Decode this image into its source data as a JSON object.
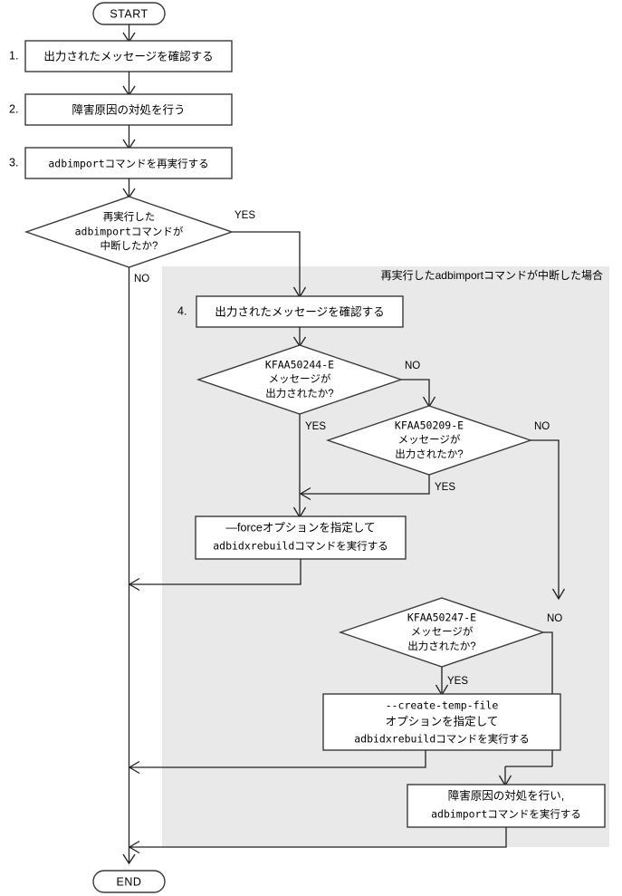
{
  "diagram": {
    "title_text": "",
    "type": "flowchart",
    "colors": {
      "background": "#ffffff",
      "group_fill": "#e9e9e9",
      "node_stroke": "#3a3a3a",
      "line": "#202020",
      "text": "#000000"
    }
  },
  "terminators": {
    "start": "START",
    "end": "END"
  },
  "group": {
    "label": "再実行したadbimportコマンドが中断した場合"
  },
  "steps": {
    "n1": "1.",
    "n2": "2.",
    "n3": "3.",
    "n4": "4."
  },
  "process_boxes": [
    {
      "id": "step1",
      "lines": [
        "出力されたメッセージを確認する"
      ]
    },
    {
      "id": "step2",
      "lines": [
        "障害原因の対処を行う"
      ]
    },
    {
      "id": "step3",
      "lines": [
        "adbimportコマンドを再実行する"
      ]
    },
    {
      "id": "step4",
      "lines": [
        "出力されたメッセージを確認する"
      ]
    },
    {
      "id": "force",
      "lines": [
        "—forceオプションを指定して",
        "adbidxrebuildコマンドを実行する"
      ]
    },
    {
      "id": "createtemp",
      "lines": [
        "--create-temp-file",
        "オプションを指定して",
        "adbidxrebuildコマンドを実行する"
      ]
    },
    {
      "id": "recover",
      "lines": [
        "障害原因の対処を行い,",
        "adbimportコマンドを実行する"
      ]
    }
  ],
  "decisions": [
    {
      "id": "d-interrupt",
      "lines": [
        "再実行した",
        "adbimportコマンドが",
        "中断したか?"
      ],
      "yes_label": "YES",
      "no_label": "NO"
    },
    {
      "id": "d-50244",
      "lines": [
        "KFAA50244-E",
        "メッセージが",
        "出力されたか?"
      ],
      "yes_label": "YES",
      "no_label": "NO"
    },
    {
      "id": "d-50209",
      "lines": [
        "KFAA50209-E",
        "メッセージが",
        "出力されたか?"
      ],
      "yes_label": "YES",
      "no_label": "NO"
    },
    {
      "id": "d-50247",
      "lines": [
        "KFAA50247-E",
        "メッセージが",
        "出力されたか?"
      ],
      "yes_label": "YES",
      "no_label": "NO"
    }
  ],
  "labels": {
    "yes_main": "YES",
    "no_main": "NO",
    "no_50244": "NO",
    "yes_50244": "YES",
    "no_50209": "NO",
    "yes_50209": "YES",
    "no_50247": "NO",
    "yes_50247": "YES"
  }
}
